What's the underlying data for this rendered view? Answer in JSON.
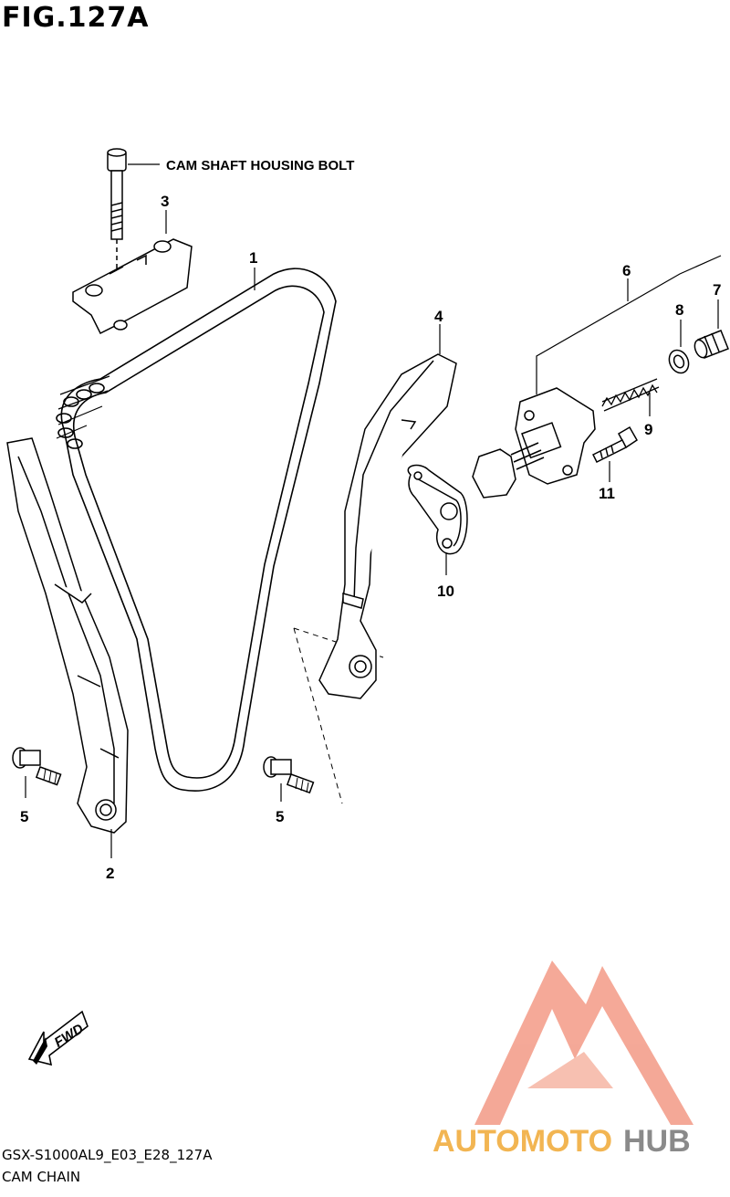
{
  "figure": {
    "title": "FIG.127A"
  },
  "callouts": {
    "cam_shaft_housing_bolt": "CAM SHAFT HOUSING BOLT",
    "p1": "1",
    "p2": "2",
    "p3": "3",
    "p4": "4",
    "p5a": "5",
    "p5b": "5",
    "p6": "6",
    "p7": "7",
    "p8": "8",
    "p9": "9",
    "p10": "10",
    "p11": "11"
  },
  "direction": {
    "fwd": "FWD"
  },
  "watermark": {
    "brand_a": "AUTOMOTO",
    "brand_b": "HUB",
    "color_main": "#f4a28c",
    "color_accent": "#f2b552"
  },
  "footer": {
    "model_code": "GSX-S1000AL9_E03_E28_127A",
    "figure_name": "CAM CHAIN"
  }
}
